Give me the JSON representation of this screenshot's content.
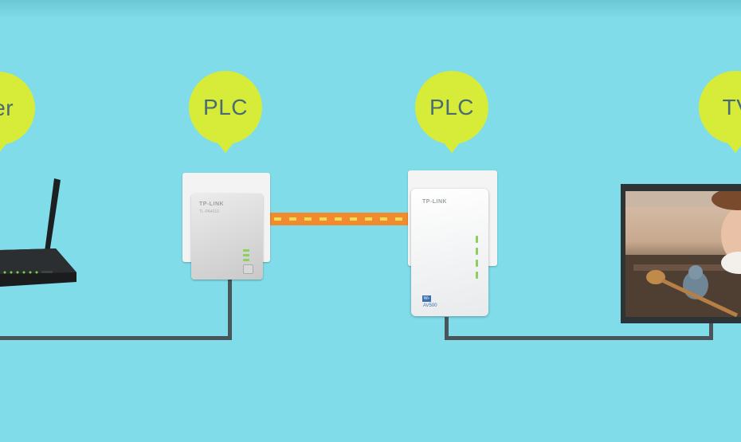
{
  "labels": {
    "router": "uter",
    "plc_left": "PLC",
    "plc_right": "PLC",
    "tv": "TV"
  },
  "devices": {
    "plc_left": {
      "brand": "TP-LINK",
      "model": "TL-PA4010"
    },
    "plc_right": {
      "brand": "TP-LINK",
      "badge": "Wi-Fi",
      "model": "AV500"
    }
  },
  "colors": {
    "background": "#80dce9",
    "bubble": "#d6ec38",
    "bubble_text": "#4a6b75",
    "cable": "#4a555a",
    "powerline_link": "#f28a30",
    "powerline_dots": "#f3dd52"
  },
  "icons": {
    "router": "wireless-router-icon",
    "plc": "powerline-adapter-icon",
    "tv": "television-icon"
  }
}
